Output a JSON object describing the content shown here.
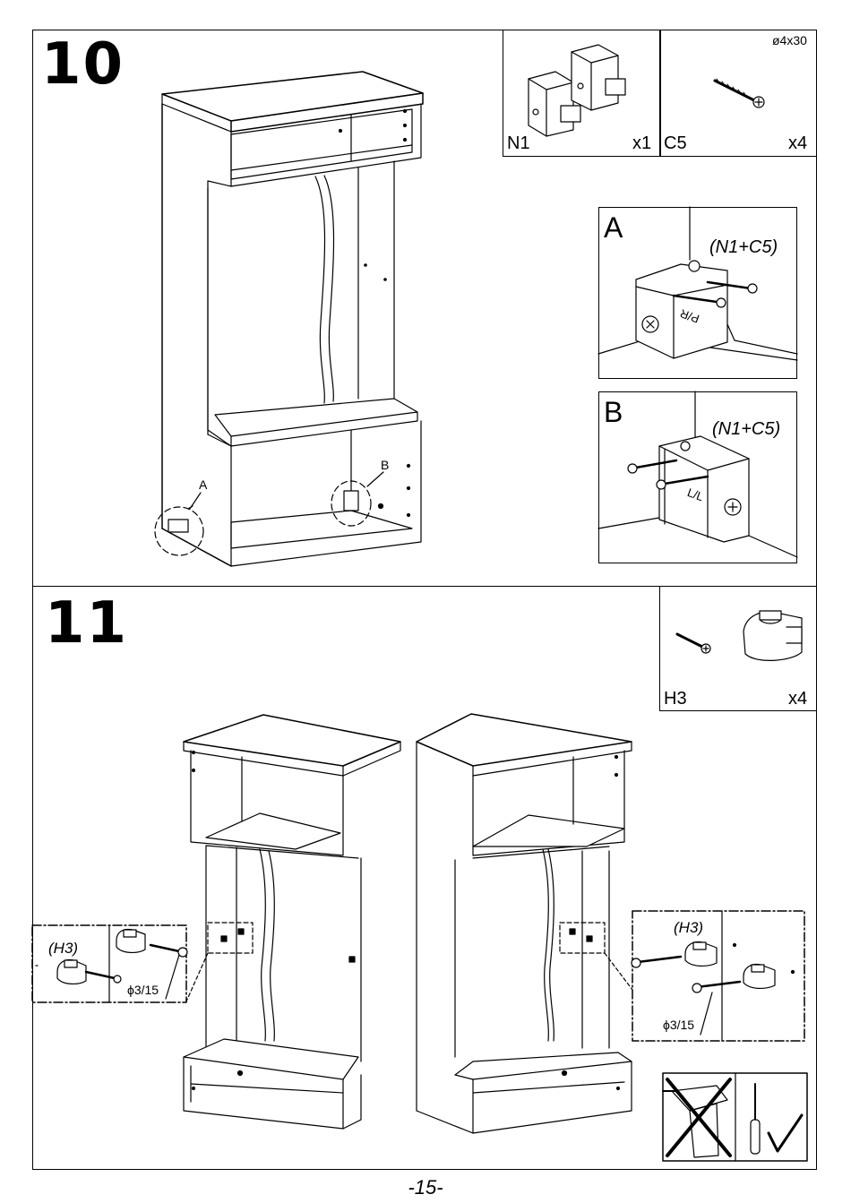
{
  "page": {
    "number": "-15-"
  },
  "step10": {
    "number": "10",
    "parts": [
      {
        "id": "N1",
        "label": "N1",
        "qty": "x1"
      },
      {
        "id": "C5",
        "label": "C5",
        "qty": "x4",
        "spec": "ø4x30"
      }
    ],
    "callouts": {
      "a": "A",
      "b": "B"
    },
    "detail_a": {
      "letter": "A",
      "combo": "(N1+C5)",
      "mark": "P/R"
    },
    "detail_b": {
      "letter": "B",
      "combo": "(N1+C5)",
      "mark": "L/L"
    }
  },
  "step11": {
    "number": "11",
    "part": {
      "id": "H3",
      "label": "H3",
      "qty": "x4"
    },
    "detail_left": {
      "combo": "(H3)",
      "drill": "ϕ3/15"
    },
    "detail_right": {
      "combo": "(H3)",
      "drill": "ϕ3/15"
    },
    "tools": {
      "drill": "power-drill-not-allowed-icon",
      "screwdriver": "screwdriver-allowed-icon"
    }
  }
}
